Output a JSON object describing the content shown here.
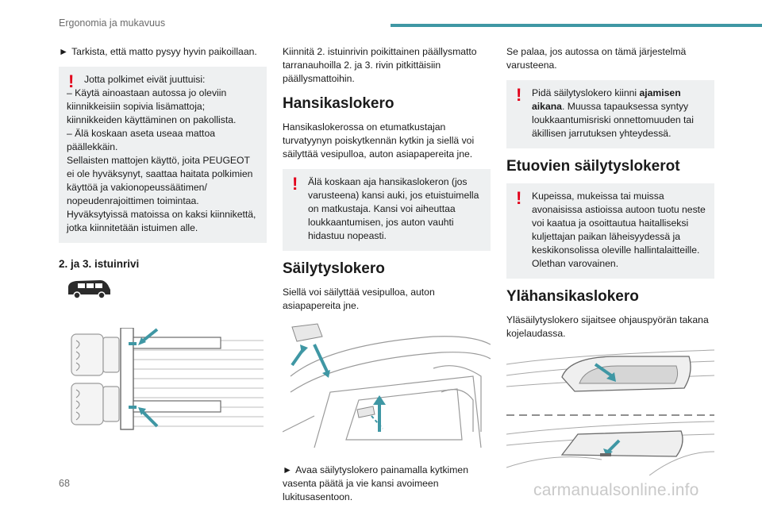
{
  "header": {
    "section_title": "Ergonomia ja mukavuus"
  },
  "colors": {
    "accent": "#3f97a4",
    "warning_red": "#e2001a",
    "box_bg": "#eef0f1"
  },
  "col1": {
    "step1": "Tarkista, että matto pysyy hyvin paikoillaan.",
    "warn1": {
      "l1": "Jotta polkimet eivät juuttuisi:",
      "l2": "–  Käytä ainoastaan autossa jo oleviin kiinnikkeisiin sopivia lisämattoja; kiinnikkeiden käyttäminen on pakollista.",
      "l3": "–  Älä koskaan aseta useaa mattoa päällekkäin.",
      "l4": "Sellaisten mattojen käyttö, joita PEUGEOT ei ole hyväksynyt, saattaa haitata polkimien käyttöä ja vakionopeussäätimen/ nopeudenrajoittimen toimintaa.",
      "l5": "Hyväksytyissä matoissa on kaksi kiinnikettä, jotka kiinnitetään istuimen alle."
    },
    "subheading": "2. ja 3. istuinrivi"
  },
  "col2": {
    "intro": "Kiinnitä 2. istuinrivin poikittainen päällysmatto tarranauhoilla 2. ja 3. rivin pitkittäisiin päällysmattoihin.",
    "h_glovebox": "Hansikaslokero",
    "glovebox_text": "Hansikaslokerossa on etumatkustajan turvatyynyn poiskytkennän kytkin ja siellä voi säilyttää vesipulloa, auton asiapapereita jne.",
    "warn2": "Älä koskaan aja hansikaslokeron (jos varusteena) kansi auki, jos etuistuimella on matkustaja. Kansi voi aiheuttaa loukkaantumisen, jos auton vauhti hidastuu nopeasti.",
    "h_storage": "Säilytyslokero",
    "storage_text": "Siellä voi säilyttää vesipulloa, auton asiapapereita jne.",
    "step2": "Avaa säilytyslokero painamalla kytkimen vasenta päätä ja vie kansi avoimeen lukitusasentoon."
  },
  "col3": {
    "intro": "Se palaa, jos autossa on tämä järjestelmä varusteena.",
    "warn3_a": "Pidä säilytyslokero kiinni ",
    "warn3_b": "ajamisen aikana",
    "warn3_c": ". Muussa tapauksessa syntyy loukkaantumisriski onnettomuuden tai äkillisen jarrutuksen yhteydessä.",
    "h_front": "Etuovien säilytyslokerot",
    "warn4": "Kupeissa, mukeissa tai muissa avonaisissa astioissa autoon tuotu neste voi kaatua ja osoittautua haitalliseksi kuljettajan paikan läheisyydessä ja keskikonsolissa oleville hallintalaitteille. Olethan varovainen.",
    "h_upper": "Ylähansikaslokero",
    "upper_text": "Yläsäilytyslokero sijaitsee ohjauspyörän takana kojelaudassa."
  },
  "footer": {
    "page_number": "68",
    "watermark": "carmanualsonline.info"
  },
  "glyphs": {
    "step_arrow": "►",
    "warning": "!"
  }
}
